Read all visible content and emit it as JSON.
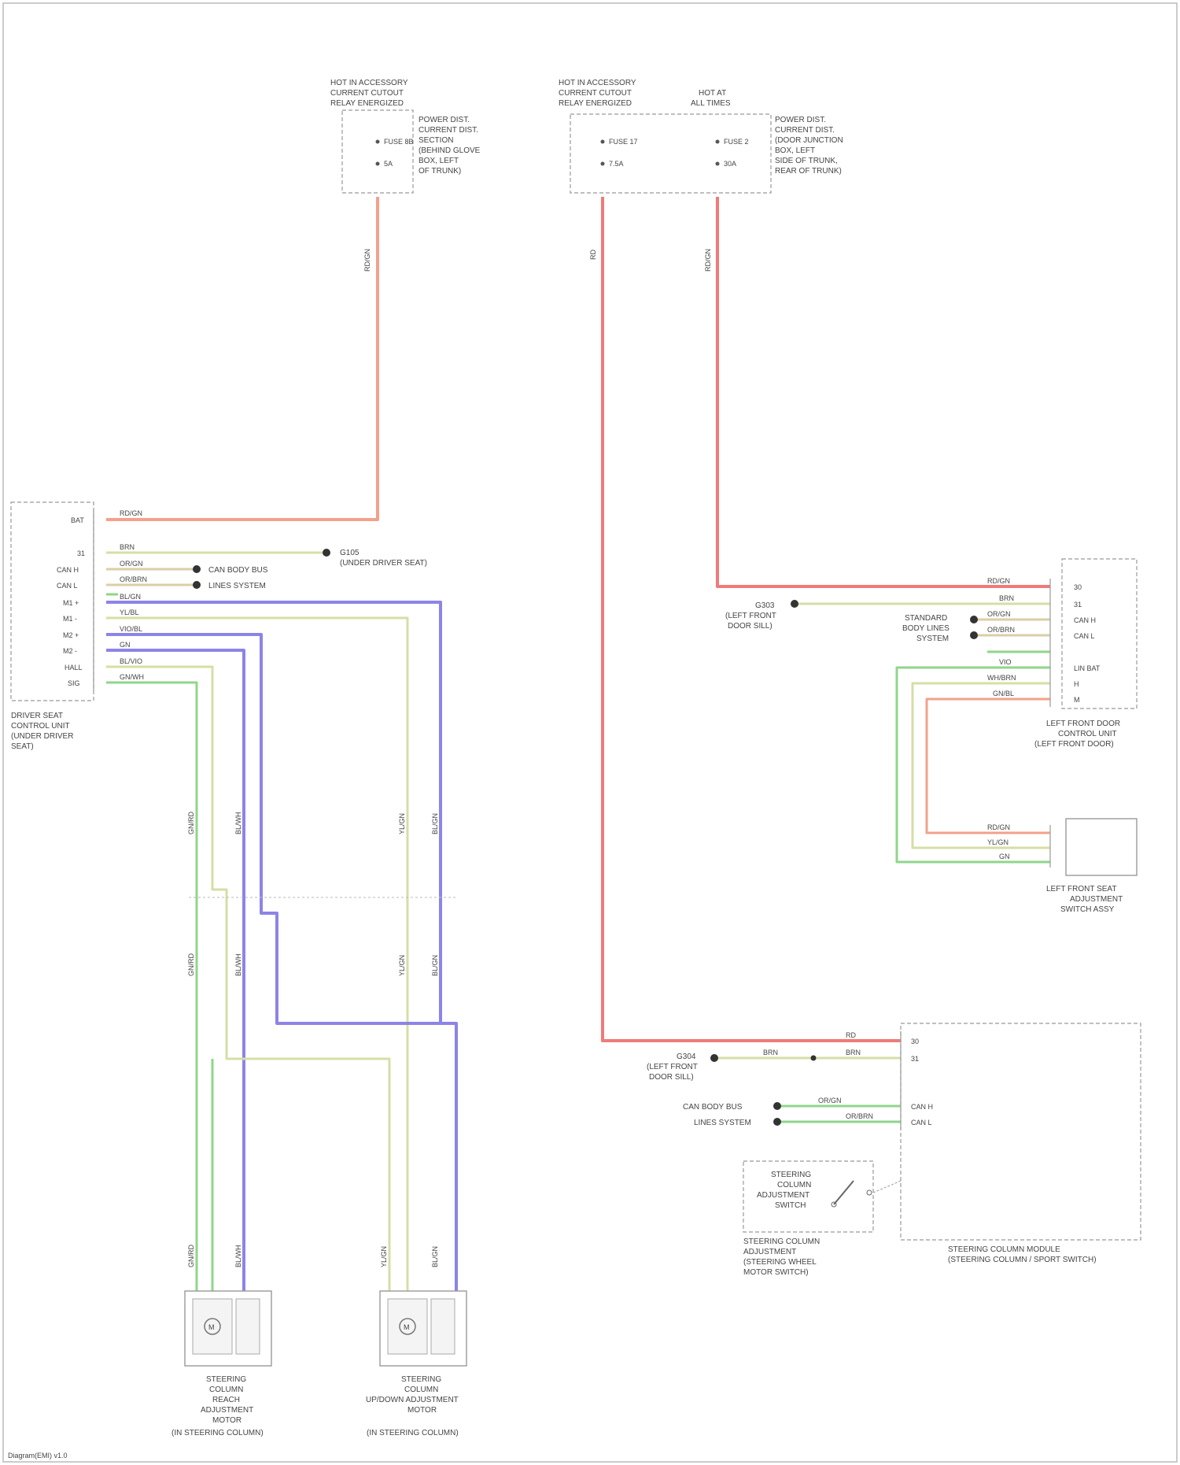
{
  "colors": {
    "red": "#f07a7a",
    "orange": "#f3a18b",
    "green": "#8fd68a",
    "yellow_green": "#d4dfa6",
    "tan": "#d8cfa7",
    "blue": "#8c84e8",
    "border": "#999999"
  },
  "components": {
    "relay_left": {
      "title": [
        "HOT IN ACCESSORY",
        "CURRENT CUTOUT",
        "RELAY ENERGIZED"
      ],
      "fuse": "FUSE 8B",
      "fuse_amp": "5A",
      "side": [
        "POWER DIST.",
        "CURRENT DIST.",
        "SECTION",
        "(BEHIND GLOVE",
        "BOX, LEFT",
        "OF TRUNK)"
      ]
    },
    "relay_mid": {
      "title": [
        "HOT IN ACCESSORY",
        "CURRENT CUTOUT",
        "RELAY ENERGIZED"
      ],
      "fuse": "FUSE 17",
      "fuse_amp": "7.5A"
    },
    "relay_right": {
      "title": [
        "HOT AT",
        "ALL TIMES"
      ],
      "fuse": "FUSE 2",
      "fuse_amp": "30A",
      "side": [
        "POWER DIST.",
        "CURRENT DIST.",
        "(DOOR JUNCTION",
        "BOX, LEFT",
        "SIDE OF TRUNK,",
        "REAR OF TRUNK)"
      ]
    },
    "driver_module": {
      "label": [
        "DRIVER SEAT",
        "CONTROL UNIT",
        "(UNDER DRIVER",
        "SEAT)"
      ],
      "pins": [
        "BAT",
        "31",
        "CAN H",
        "CAN L",
        "M1 +",
        "M1 -",
        "M2 +",
        "M2 -",
        "HALL",
        "SIG"
      ]
    },
    "ground_g": {
      "label": [
        "G105",
        "(UNDER DRIVER SEAT)"
      ]
    },
    "can_bus_left": {
      "label": [
        "CAN BODY BUS",
        "LINES SYSTEM"
      ]
    },
    "lf_door_module": {
      "label": [
        "LEFT FRONT DOOR",
        "CONTROL UNIT",
        "(LEFT FRONT DOOR)"
      ],
      "pins": [
        "30",
        "31",
        "CAN H",
        "CAN L",
        "LIN BAT",
        "H",
        "M"
      ]
    },
    "ground_lf": {
      "label": [
        "G303",
        "(LEFT FRONT",
        "DOOR SILL)"
      ]
    },
    "can_bus_right": {
      "label": [
        "STANDARD",
        "BODY LINES",
        "SYSTEM"
      ]
    },
    "mirror_motor": {
      "label": [
        "LEFT FRONT SEAT",
        "ADJUSTMENT",
        "SWITCH ASSY"
      ]
    },
    "steering_module": {
      "label": [
        "STEERING COLUMN MODULE",
        "(STEERING COLUMN / SPORT SWITCH)"
      ],
      "pins": [
        "30",
        "31",
        "CAN H",
        "CAN L"
      ]
    },
    "ground_sc": {
      "label": [
        "G304",
        "(LEFT FRONT",
        "DOOR SILL)"
      ]
    },
    "can_bus_sc": {
      "label": [
        "CAN BODY BUS",
        "LINES SYSTEM"
      ]
    },
    "sc_switch": {
      "label": [
        "STEERING",
        "COLUMN",
        "ADJUSTMENT",
        "SWITCH"
      ],
      "desc": [
        "STEERING COLUMN",
        "ADJUSTMENT",
        "(STEERING WHEEL",
        "MOTOR SWITCH)"
      ]
    },
    "motor_1": {
      "label": [
        "STEERING",
        "COLUMN",
        "REACH",
        "ADJUSTMENT",
        "MOTOR",
        "(IN STEERING COLUMN)"
      ]
    },
    "motor_2": {
      "label": [
        "STEERING",
        "COLUMN",
        "UP/DOWN ADJUSTMENT",
        "MOTOR",
        "(IN STEERING COLUMN)"
      ]
    }
  },
  "wire_labels": {
    "w_fuse8": "RD/GN",
    "w_fuse17": "RD",
    "w_fuse2": "RD/GN",
    "w_bat": "RD/GN",
    "w_31": "BRN",
    "w_canh": "OR/GN",
    "w_canl": "OR/BRN",
    "w_m1p": "BL/GN",
    "w_m1n": "YL/BL",
    "w_m2p": "VIO/BL",
    "w_m2n": "GN",
    "w_hall": "BL/VIO",
    "w_sig": "GN/WH",
    "w_v1": "GN/RD",
    "w_v2": "BL/WH",
    "w_v3": "YL/GN",
    "w_v4": "BL/GN",
    "w_lf30": "RD/GN",
    "w_lf31": "BRN",
    "w_lfcanh": "OR/GN",
    "w_lfcanl": "OR/BRN",
    "w_lflin": "VIO",
    "w_lfh": "WH/BRN",
    "w_lfm": "GN/BL",
    "w_sw1": "RD/GN",
    "w_sw2": "YL/GN",
    "w_sw3": "GN",
    "w_sc30": "RD",
    "w_sc31": "BRN",
    "w_sccanh": "OR/GN",
    "w_sccanl": "OR/BRN"
  },
  "footer": "Diagram(EMI) v1.0"
}
